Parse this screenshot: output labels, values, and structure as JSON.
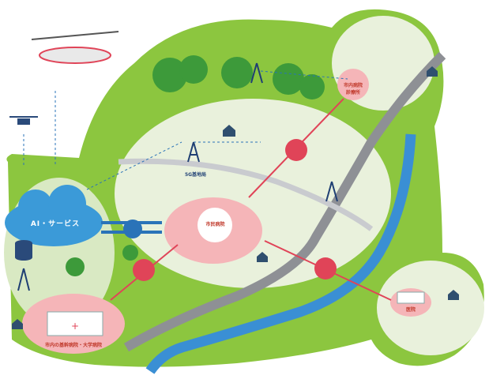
{
  "colors": {
    "land": "#8cc63f",
    "land_light": "#a7d65a",
    "town": "#e9f1dc",
    "road": "#8e9095",
    "river": "#3a8fd4",
    "cloud": "#3b9ad8",
    "hospital_pink": "#f5b5b8",
    "link_red": "#e04458",
    "link_blue": "#2a73b8",
    "tower": "#1f3f73",
    "house": "#2f4f6f"
  },
  "labels": {
    "cloud_service": "AI・サービス",
    "tower_5g": "5G基地局",
    "central_hospital": "市民病院",
    "top_right_facility": "市内病院\n診療所",
    "bottom_left_hospital": "市内の基幹病院・大学病院",
    "bottom_right_clinic": "医院"
  },
  "icons": [
    "helicopter-icon",
    "drone-icon",
    "database-icon",
    "antenna-tower-icon",
    "handshake-icon",
    "house-icon",
    "shrine-icon",
    "bus-icon",
    "ambulance-icon",
    "train-icon",
    "doctor-avatar-icon",
    "patient-avatar-icon"
  ]
}
